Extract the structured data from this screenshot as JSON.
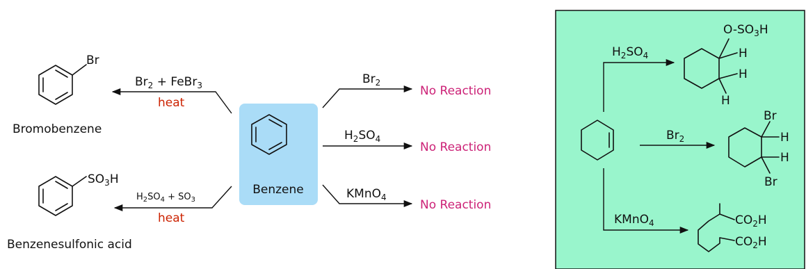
{
  "colors": {
    "benzene_box": "#aadcf7",
    "alkene_panel": "#99f5cc",
    "heat": "#cc2200",
    "no_reaction": "#cc2277"
  },
  "benzene": {
    "label": "Benzene"
  },
  "left_reactions": {
    "bromination": {
      "reagent_a": "Br",
      "reagent_a_sub": "2",
      "reagent_b": " + FeBr",
      "reagent_b_sub": "3",
      "condition": "heat",
      "substituent": "Br",
      "product_name": "Bromobenzene"
    },
    "sulfonation": {
      "reagent_a": "H",
      "reagent_a_sub": "2",
      "reagent_b": "SO",
      "reagent_b_sub": "4",
      "reagent_c": " + SO",
      "reagent_c_sub": "3",
      "condition": "heat",
      "substituent_a": "SO",
      "substituent_sub": "3",
      "substituent_b": "H",
      "product_name": "Benzenesulfonic acid"
    }
  },
  "right_reactions": [
    {
      "reagent_a": "Br",
      "reagent_a_sub": "2",
      "reagent_b": "",
      "reagent_b_sub": "",
      "result": "No Reaction"
    },
    {
      "reagent_a": "H",
      "reagent_a_sub": "2",
      "reagent_b": "SO",
      "reagent_b_sub": "4",
      "result": "No Reaction"
    },
    {
      "reagent_a": "KMnO",
      "reagent_a_sub": "4",
      "reagent_b": "",
      "reagent_b_sub": "",
      "result": "No Reaction"
    }
  ],
  "alkene_panel": {
    "top": {
      "reagent_a": "H",
      "reagent_a_sub": "2",
      "reagent_b": "SO",
      "reagent_b_sub": "4",
      "group_a": "O-SO",
      "group_sub": "3",
      "group_b": "H",
      "h1": "H",
      "h2": "H",
      "h3": "H"
    },
    "middle": {
      "reagent_a": "Br",
      "reagent_a_sub": "2",
      "br_top": "Br",
      "br_bottom": "Br",
      "h1": "H",
      "h2": "H"
    },
    "bottom": {
      "reagent_a": "KMnO",
      "reagent_a_sub": "4",
      "group_a": "CO",
      "group_sub": "2",
      "group_b": "H",
      "group2_a": "CO",
      "group2_sub": "2",
      "group2_b": "H"
    }
  }
}
